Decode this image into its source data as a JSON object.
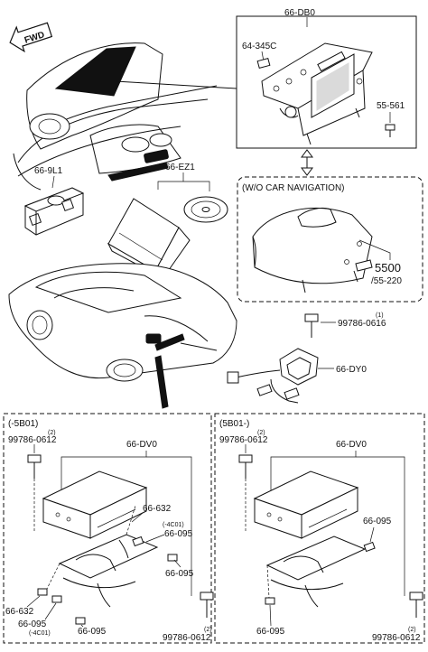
{
  "fwd_label": "FWD",
  "callouts": {
    "nav_unit": "66-DB0",
    "bracket_clip": "64-345C",
    "bolt_top": "55-561",
    "switch": "66-9L1",
    "manual_set": "66-EZ1",
    "wo_nav_title": "(W/O CAR NAVIGATION)",
    "lid_part": "5500",
    "lid_part_sub": "/55-220",
    "bolt_mid": "99786-0616",
    "bolt_mid_qty": "(1)",
    "antenna": "66-DY0"
  },
  "left_box": {
    "title": "(-5B01)",
    "bolt_qty": "(2)",
    "bolt": "99786-0612",
    "unit": "66-DV0",
    "p632_a": "66-632",
    "note_4c01_a": "(-4C01)",
    "p095_a": "66-095",
    "p095_b": "66-095",
    "p632_b": "66-632",
    "p095_c": "66-095",
    "note_4c01_b": "(-4C01)",
    "p095_d": "66-095",
    "bolt_b_qty": "(2)",
    "bolt_b": "99786-0612"
  },
  "right_box": {
    "title": "(5B01-)",
    "bolt_qty": "(2)",
    "bolt": "99786-0612",
    "unit": "66-DV0",
    "p095_a": "66-095",
    "p095_b": "66-095",
    "bolt_b_qty": "(2)",
    "bolt_b": "99786-0612"
  }
}
